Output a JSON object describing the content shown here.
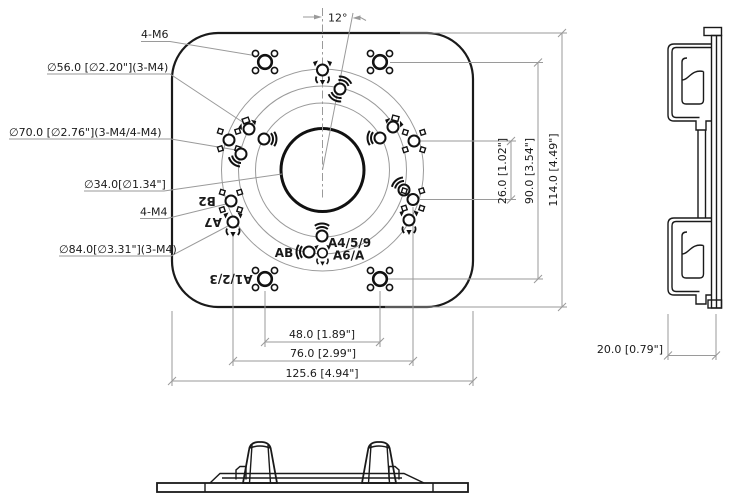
{
  "drawing_type": "mounting plate dimensional drawing",
  "colors": {
    "ink": "#1a1a1a",
    "construction_line": "#9a9a9a",
    "background": "#ffffff"
  },
  "front": {
    "callouts": {
      "m6": "4-M6",
      "d56": "∅56.0 [∅2.20\"](3-M4)",
      "d70": "∅70.0 [∅2.76\"](3-M4/4-M4)",
      "d34": "∅34.0[∅1.34\"]",
      "m4": "4-M4",
      "d84": "∅84.0[∅3.31\"](3-M4)"
    },
    "angle": "12°",
    "codes": {
      "b2": "B2",
      "a7": "A7",
      "ab": "AB",
      "a459": "A4/5/9",
      "a6a": "A6/A",
      "a123": "A1/2/3"
    },
    "dims": {
      "vertical": [
        "26.0 [1.02\"]",
        "90.0 [3.54\"]",
        "114.0 [4.49\"]"
      ],
      "horizontal": [
        "48.0 [1.89\"]",
        "76.0 [2.99\"]",
        "125.6 [4.94\"]"
      ]
    }
  },
  "side": {
    "dims": {
      "thickness": "20.0 [0.79\"]"
    }
  }
}
